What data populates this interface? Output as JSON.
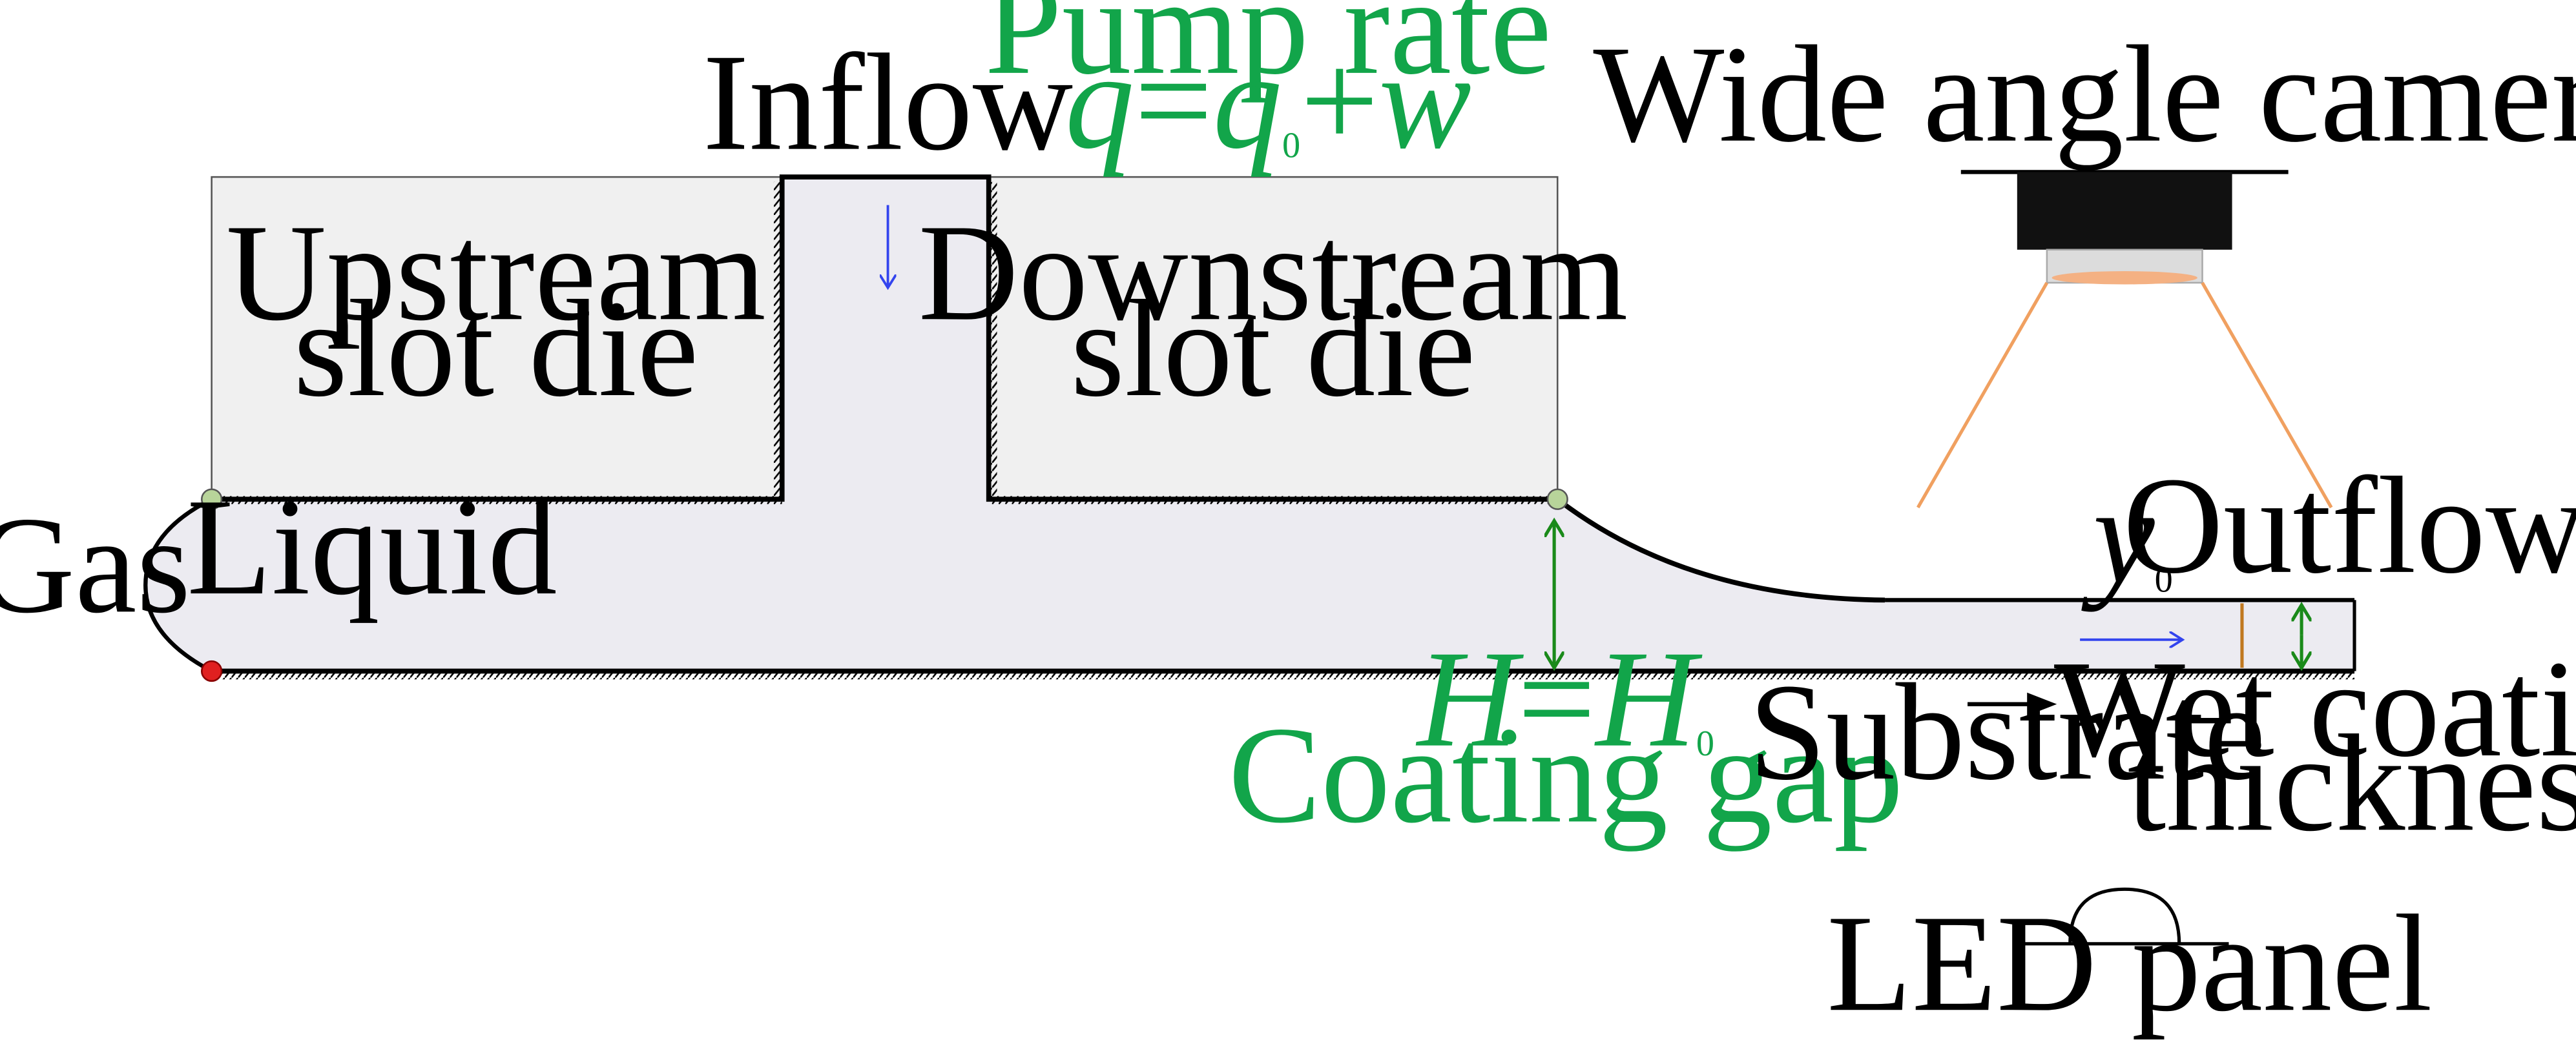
{
  "labels": {
    "inflow": "Inflow",
    "pump_rate": "Pump rate",
    "pump_formula": {
      "q": "q",
      "eq": "=",
      "q0": "q",
      "q0_sub": "0",
      "plus": "+",
      "w": "w"
    },
    "upstream_die": [
      "Upstream",
      "slot die"
    ],
    "downstream_die": [
      "Downstream",
      "slot die"
    ],
    "wide_angle_camera": "Wide angle camera",
    "gas": "Gas",
    "liquid": "Liquid",
    "outflow": "Outflow",
    "y0": {
      "y": "y",
      "sub": "0"
    },
    "gap_formula": {
      "H": "H",
      "eq": "=",
      "H0": "H",
      "sub": "0"
    },
    "coating_gap": "Coating gap",
    "substrate": "Substrate",
    "wet_coating_thickness": [
      "Wet coating",
      "thickness"
    ],
    "led_panel": "LED panel"
  },
  "colors": {
    "liquid_fill": "#ecebf1",
    "die_fill": "#f0f0f0",
    "green": "#12a54a",
    "dim_arrow_green": "#1a8a1a",
    "flow_arrow_blue": "#3344ee",
    "camera_body": "#111111",
    "camera_lens": "#dcdcdc",
    "camera_light": "#f4b183",
    "camera_rays": "#f0a060",
    "contact_point_red": "#e02020",
    "contact_point_green": "#b8d49a",
    "thickness_marker": "#c07820"
  }
}
